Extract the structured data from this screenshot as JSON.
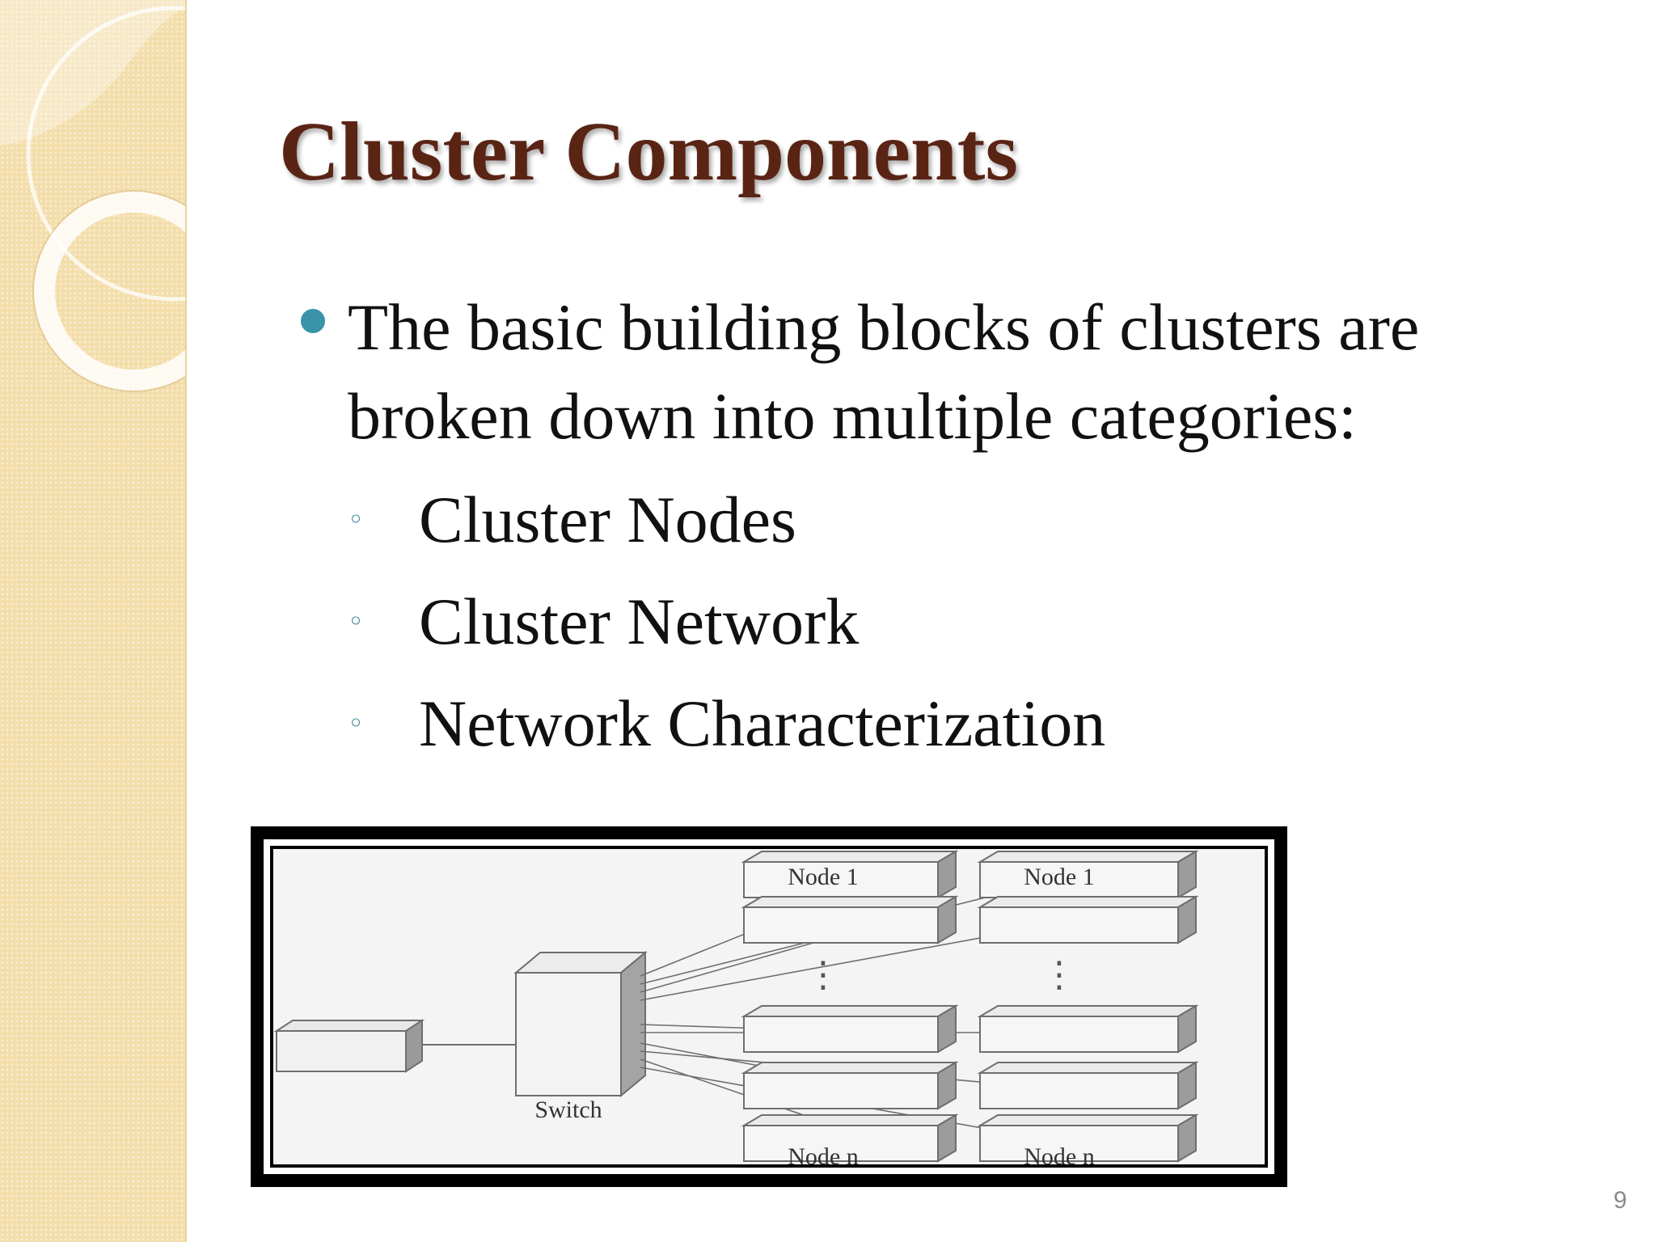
{
  "slide": {
    "title": "Cluster Components",
    "bullet": "The basic building blocks of clusters are broken down into multiple categories:",
    "sub_items": [
      "Cluster Nodes",
      "Cluster Network",
      "Network Characterization"
    ],
    "page_number": "9"
  },
  "diagram": {
    "switch_label": "Switch",
    "node_first": "Node 1",
    "node_last": "Node n",
    "ellipsis": "⋮"
  },
  "colors": {
    "title": "#5a2415",
    "bullet": "#3a93a8",
    "side_band": "#f3ddaa"
  }
}
